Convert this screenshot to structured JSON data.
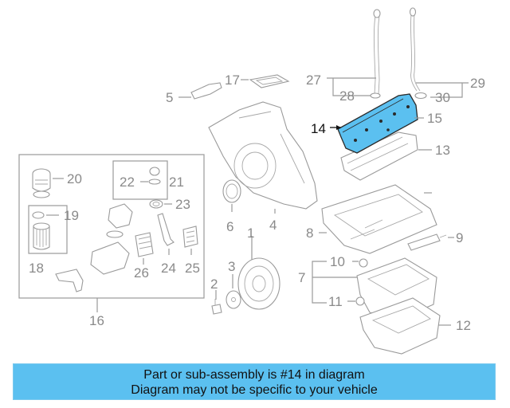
{
  "highlight_color": "#5bc0f0",
  "highlighted_part": "14",
  "labels": {
    "n1": "1",
    "n2": "2",
    "n3": "3",
    "n4": "4",
    "n5": "5",
    "n6": "6",
    "n7": "7",
    "n8": "8",
    "n9": "9",
    "n10": "10",
    "n11": "11",
    "n12": "12",
    "n13": "13",
    "n14": "14",
    "n15": "15",
    "n16": "16",
    "n17": "17",
    "n18": "18",
    "n19": "19",
    "n20": "20",
    "n21": "21",
    "n22": "22",
    "n23": "23",
    "n24": "24",
    "n25": "25",
    "n26": "26",
    "n27": "27",
    "n28": "28",
    "n29": "29",
    "n30": "30"
  },
  "banner": {
    "line1": "Part or sub-assembly is #14 in diagram",
    "line2": "Diagram may not be specific to your vehicle"
  }
}
